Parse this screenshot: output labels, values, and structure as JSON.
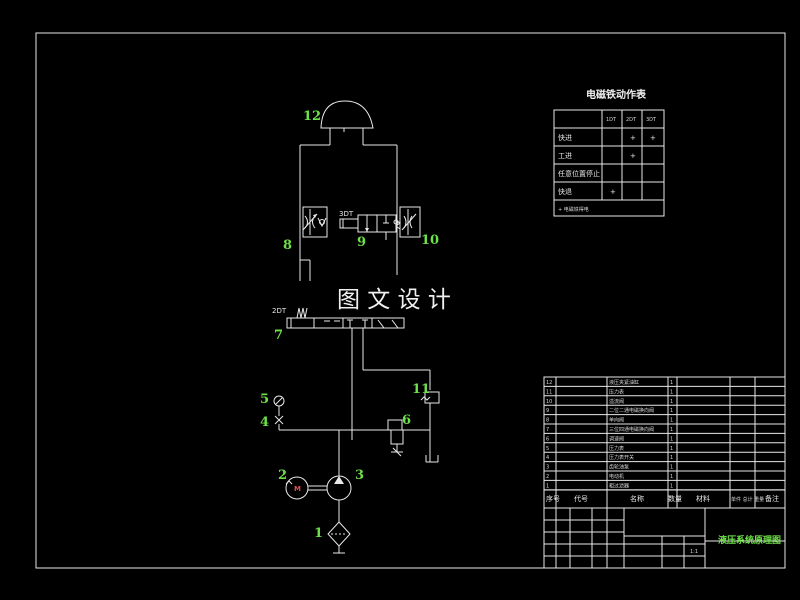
{
  "component_numbers": [
    "1",
    "2",
    "3",
    "4",
    "5",
    "6",
    "7",
    "8",
    "9",
    "10",
    "11",
    "12"
  ],
  "valve_codes": {
    "v_2dt": "2DT",
    "v_3dt": "3DT"
  },
  "motor_letter": "M",
  "watermark": "图 文 设 计",
  "action_table": {
    "title": "电磁铁动作表",
    "columns": [
      "1DT",
      "2DT",
      "3DT"
    ],
    "rows": [
      {
        "label": "快进",
        "cells": [
          "",
          "+",
          "+"
        ]
      },
      {
        "label": "工进",
        "cells": [
          "",
          "+",
          ""
        ]
      },
      {
        "label": "任意位置停止",
        "cells": [
          "",
          "",
          ""
        ]
      },
      {
        "label": "快退",
        "cells": [
          "+",
          "",
          ""
        ]
      }
    ],
    "note": "+ 电磁铁得电"
  },
  "bom": {
    "rows": [
      {
        "no": "12",
        "name": "液压夹紧油缸",
        "qty": "1"
      },
      {
        "no": "11",
        "name": "压力表",
        "qty": "1"
      },
      {
        "no": "10",
        "name": "溢流阀",
        "qty": "1"
      },
      {
        "no": "9",
        "name": "二位二通电磁换向阀",
        "qty": "1"
      },
      {
        "no": "8",
        "name": "单向阀",
        "qty": "1"
      },
      {
        "no": "7",
        "name": "三位四通电磁换向阀",
        "qty": "1"
      },
      {
        "no": "6",
        "name": "调速阀",
        "qty": "1"
      },
      {
        "no": "5",
        "name": "压力表",
        "qty": "1"
      },
      {
        "no": "4",
        "name": "压力表开关",
        "qty": "1"
      },
      {
        "no": "3",
        "name": "齿轮油泵",
        "qty": "1"
      },
      {
        "no": "2",
        "name": "电动机",
        "qty": "1"
      },
      {
        "no": "1",
        "name": "粗过滤器",
        "qty": "1"
      }
    ],
    "header": [
      "序号",
      "代号",
      "名称",
      "数量",
      "材料",
      "单件 总计 重量",
      "备注"
    ]
  },
  "title_block": {
    "drawing_title": "液压系统原理图",
    "scale_value": "1:1"
  }
}
